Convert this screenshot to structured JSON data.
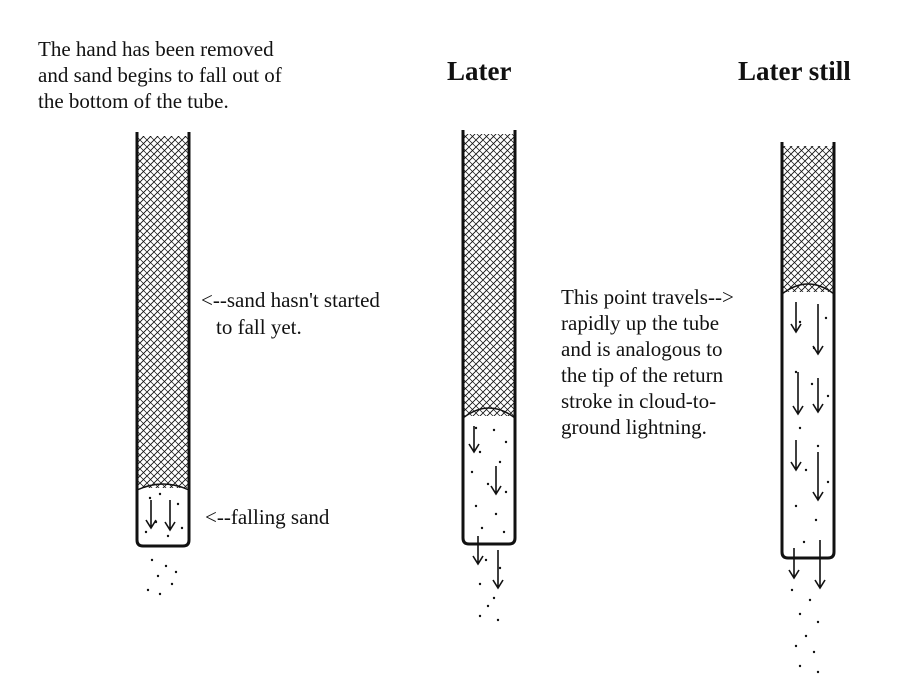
{
  "captions": {
    "panel1_lines": [
      "The hand has been removed",
      "and sand begins to fall out of",
      "the bottom of the tube."
    ],
    "panel2_title": "Later",
    "panel3_title": "Later still"
  },
  "labels": {
    "not_started_lines": [
      "<--sand hasn't started",
      "to fall yet."
    ],
    "falling_sand": "<--falling sand",
    "return_stroke_lines": [
      "This point travels-->",
      "rapidly up the tube",
      "and is analogous to",
      "the tip of the return",
      "stroke in cloud-to-",
      "ground lightning."
    ]
  },
  "colors": {
    "ink": "#111111",
    "background": "#ffffff"
  }
}
